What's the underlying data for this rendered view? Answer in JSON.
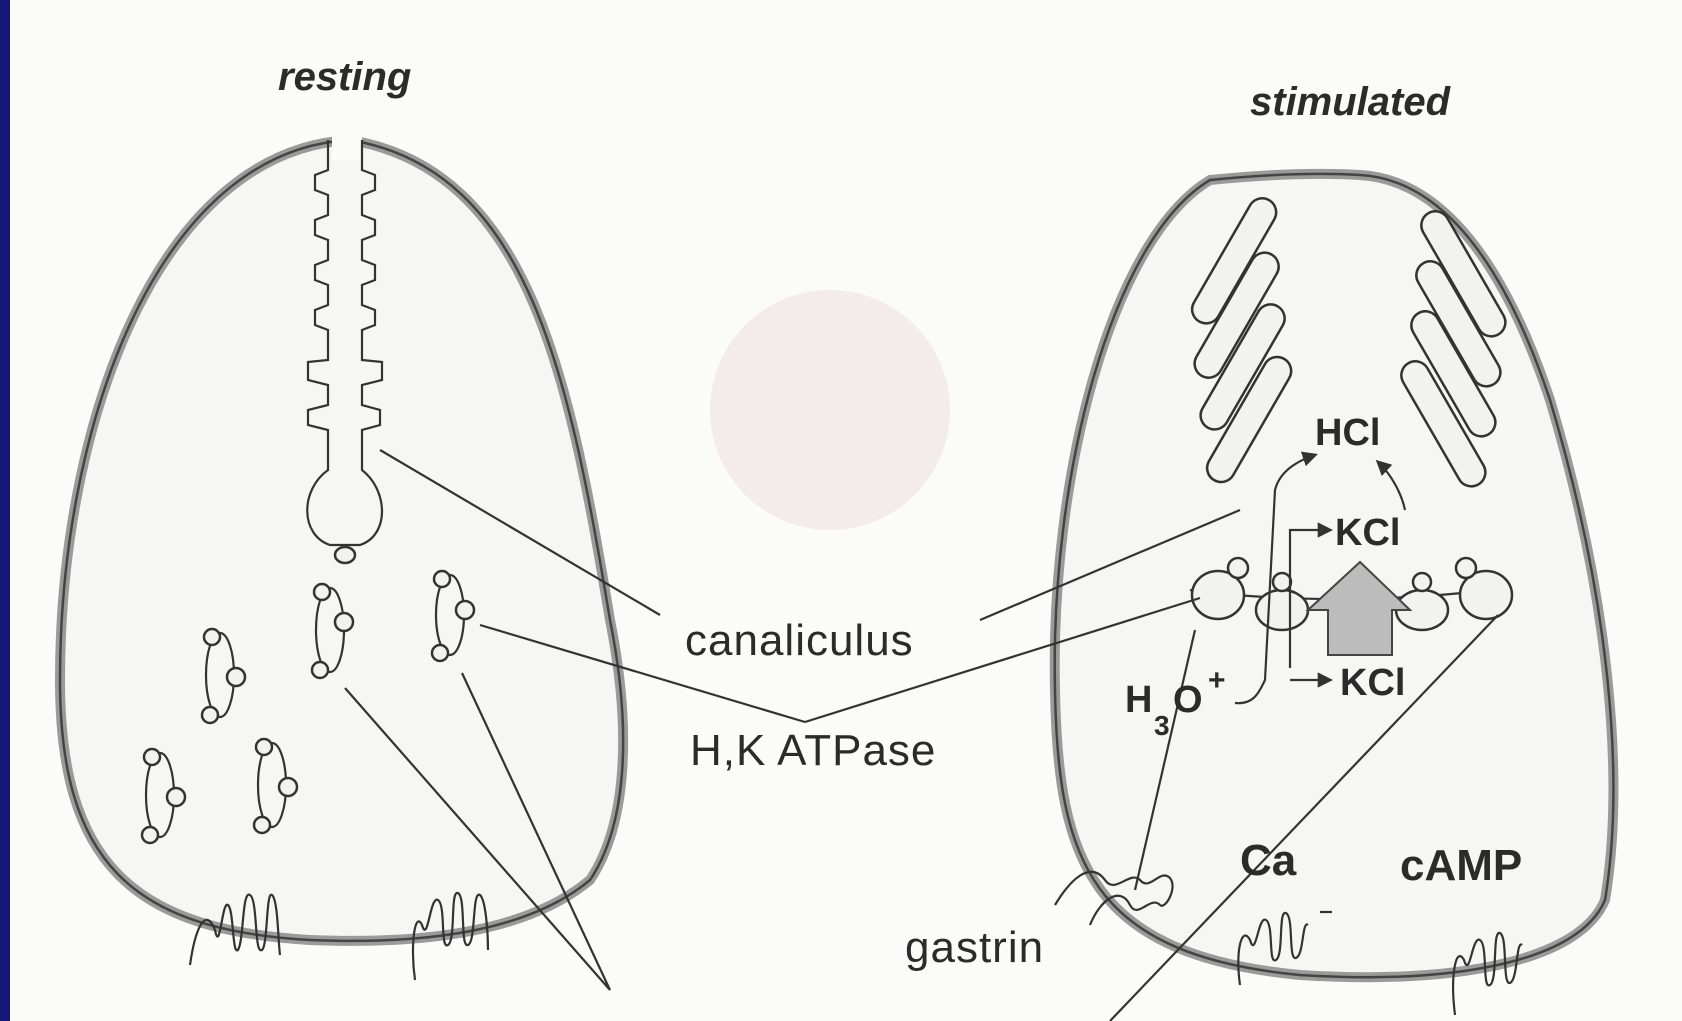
{
  "figure": {
    "resting_title": "resting",
    "stimulated_title": "stimulated",
    "canaliculus_label": "canaliculus",
    "atpase_label": "H,K ATPase",
    "hcl_label": "HCl",
    "kcl_upper_label": "KCl",
    "kcl_lower_label": "KCl",
    "h3o_label": "H",
    "h3o_subscript": "3",
    "h3o_o": "O",
    "h3o_charge": "+",
    "ca_label": "Ca",
    "camp_label": "cAMP",
    "gastrin_label": "gastrin"
  },
  "colors": {
    "background_border": "#16167a",
    "paper": "#fbfbf9",
    "ink": "#2b2b2b"
  }
}
